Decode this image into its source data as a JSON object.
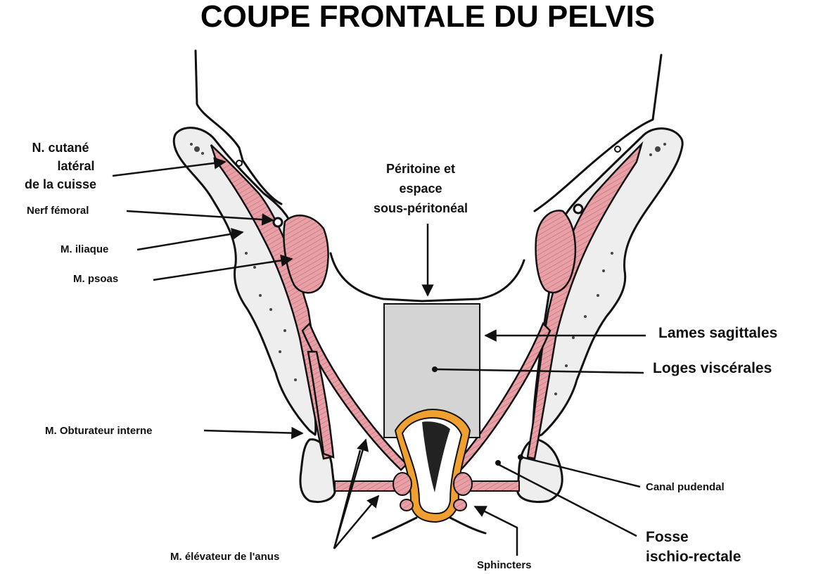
{
  "title": "COUPE FRONTALE DU PELVIS",
  "labels": {
    "cutane": [
      "N. cutané",
      "latéral",
      "de la cuisse"
    ],
    "peritoine": [
      "Péritoine et",
      "espace",
      "sous-péritonéal"
    ],
    "nerf_femoral": "Nerf fémoral",
    "iliaque": "M. iliaque",
    "psoas": "M. psoas",
    "lames": "Lames sagittales",
    "loges": "Loges viscérales",
    "obturateur": "M. Obturateur interne",
    "canal": "Canal pudendal",
    "fosse": [
      "Fosse",
      "ischio-rectale"
    ],
    "elevateur": "M. élévateur de l'anus",
    "sphincters": "Sphincters"
  },
  "colors": {
    "muscle": "#e8a0a6",
    "bone": "#eeeeee",
    "visceral": "#d4d4d4",
    "rectum_wall": "#f0a030",
    "ink": "#111111"
  }
}
